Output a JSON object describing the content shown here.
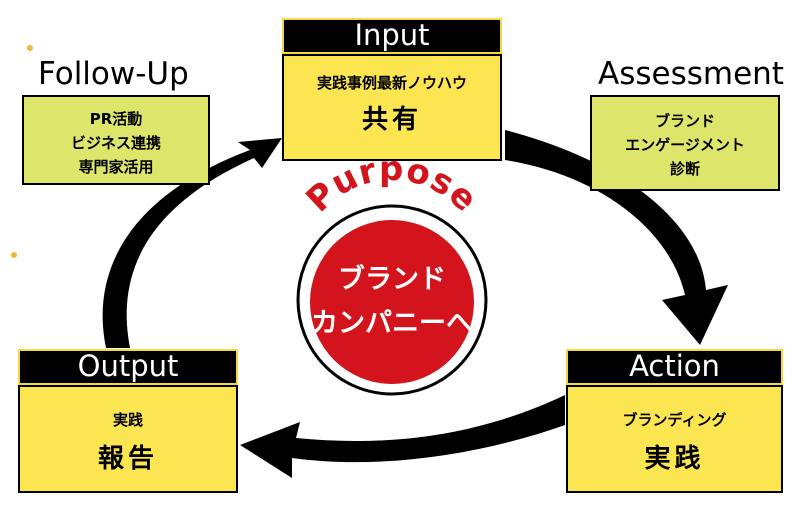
{
  "center": {
    "purpose": "Purpose",
    "lines": [
      "ブランド",
      "カンパニーへ"
    ]
  },
  "input": {
    "header": "Input",
    "line1": "実践事例最新ノウハウ",
    "line2": "共有"
  },
  "action": {
    "header": "Action",
    "line1": "ブランディング",
    "line2": "実践"
  },
  "output": {
    "header": "Output",
    "line1": "実践",
    "line2": "報告"
  },
  "follow_up": {
    "caption": "Follow-Up",
    "lines": [
      "PR活動",
      "ビジネス連携",
      "専門家活用"
    ]
  },
  "assessment": {
    "caption": "Assessment",
    "lines": [
      "ブランド",
      "エンゲージメント",
      "診断"
    ]
  },
  "colors": {
    "box_yellow": "#fbe651",
    "side_green": "#dde56a",
    "header_black": "#000000",
    "header_border": "#f3d93a",
    "center_red": "#d4141c",
    "purpose_red": "#d4141c"
  }
}
